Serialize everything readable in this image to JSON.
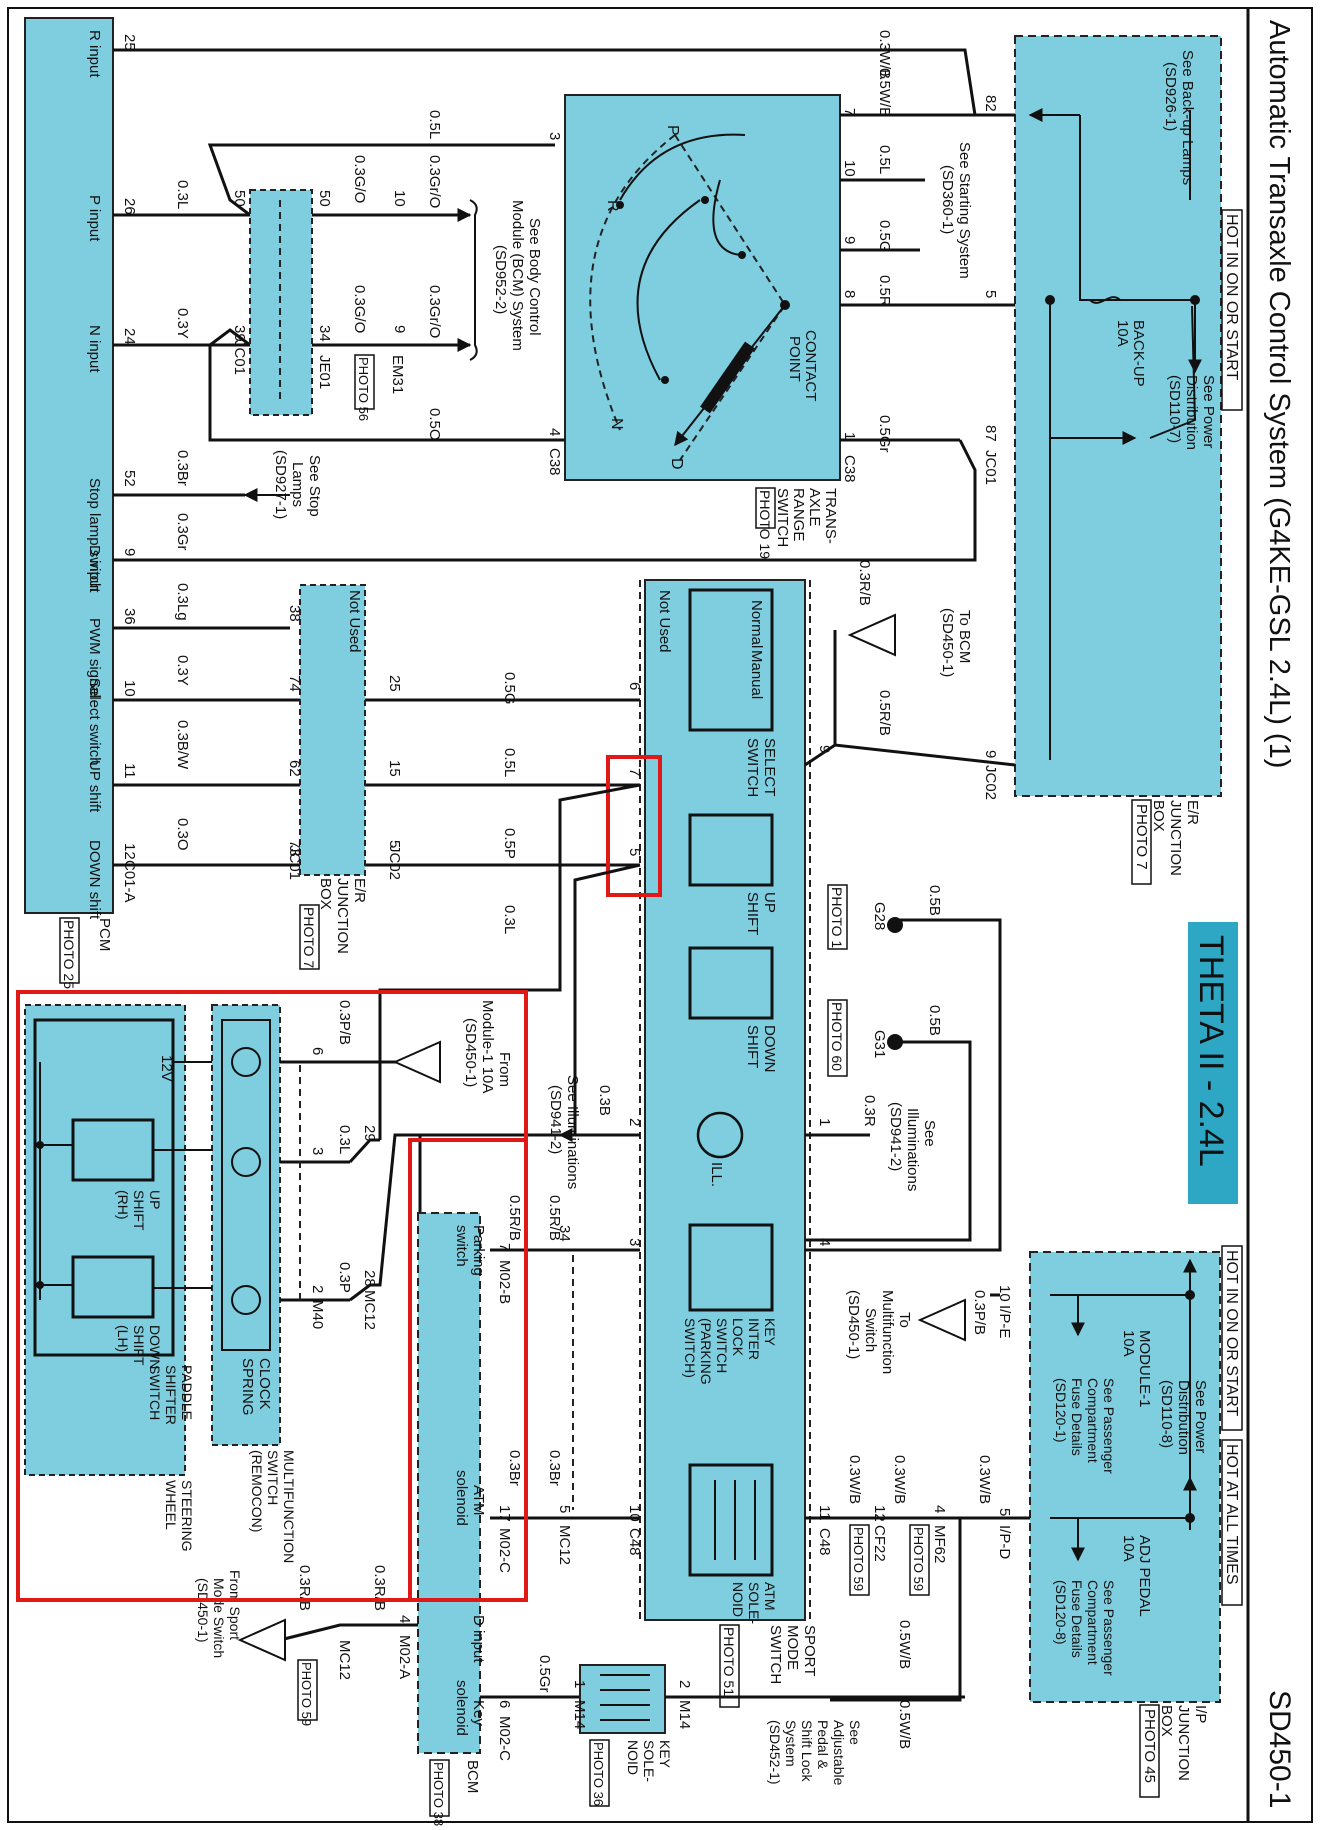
{
  "sheet": {
    "title": "Automatic Transaxle Control System (G4KE-GSL 2.4L) (1)",
    "page_id": "SD450-1",
    "engine_badge": "THETA II - 2.4L"
  },
  "hot_labels": {
    "er_box": "HOT IN ON OR START",
    "ip_box_left": "HOT IN ON OR START",
    "ip_box_right": "HOT AT ALL TIMES"
  },
  "er_junction_box": {
    "name_lines": [
      "E/R",
      "JUNCTION",
      "BOX"
    ],
    "photo": "PHOTO 7",
    "see_backup": [
      "See Back-up Lamps",
      "(SD926-1)"
    ],
    "see_power": [
      "See Power",
      "Distribution",
      "(SD110-7)"
    ],
    "fuse": [
      "BACK-UP",
      "10A"
    ],
    "pins": {
      "p82": "82",
      "p5": "5",
      "p87": "87",
      "p9": "9"
    },
    "conn_jc01": "JC01",
    "conn_jc02": "JC02"
  },
  "ip_junction_box": {
    "name_lines": [
      "I/P",
      "JUNCTION",
      "BOX"
    ],
    "photo": "PHOTO 45",
    "see_power": [
      "See Power",
      "Distribution",
      "(SD110-8)"
    ],
    "module_fuse": [
      "MODULE-1",
      "10A"
    ],
    "module_see": [
      "See Passenger",
      "Compartment",
      "Fuse Details",
      "(SD120-1)"
    ],
    "adj_fuse": [
      "ADJ PEDAL",
      "10A"
    ],
    "adj_see": [
      "See Passenger",
      "Compartment",
      "Fuse Details",
      "(SD120-8)"
    ],
    "pins": {
      "p10": "10",
      "p5": "5"
    },
    "conn_ipe": "I/P-E",
    "conn_ipd": "I/P-D"
  },
  "range_switch": {
    "name_lines": [
      "TRANS-",
      "AXLE",
      "RANGE",
      "SWITCH"
    ],
    "photo": "PHOTO 19",
    "contact_point": [
      "CONTACT",
      "POINT"
    ],
    "positions": {
      "P": "P",
      "R": "R",
      "N": "N",
      "D": "D"
    },
    "pins_right": [
      "7",
      "10",
      "9",
      "8",
      "1"
    ],
    "pins_left": [
      "3",
      "4"
    ],
    "conn": "C38"
  },
  "starting": {
    "see": [
      "See Starting System",
      "(SD360-1)"
    ]
  },
  "pcm": {
    "name": "PCM",
    "photo": "PHOTO 25",
    "connector": "C01-A",
    "inputs": [
      "R input",
      "P input",
      "N input",
      "Stop lamp switch",
      "D input",
      "PWM signal",
      "Select switch",
      "UP shift",
      "DOWN shift"
    ],
    "pins": [
      "25",
      "26",
      "24",
      "52",
      "9",
      "36",
      "10",
      "11",
      "12"
    ]
  },
  "bcm_ref": {
    "see": [
      "See Body Control",
      "Module (BCM) System",
      "(SD952-2)"
    ],
    "em31": "EM31",
    "photo": "PHOTO 56",
    "je01": "JE01"
  },
  "stop_lamps": {
    "see": [
      "See Stop",
      "Lamps",
      "(SD927-1)"
    ]
  },
  "er_box_left": {
    "name_lines": [
      "E/R",
      "JUNCTION",
      "BOX"
    ],
    "photo": "PHOTO 7",
    "not_used": "Not Used",
    "conn_jc01": "JC01",
    "conn_jc02": "JC02"
  },
  "wires": {
    "w03wb": "0.3W/B",
    "w05wb": "0.5W/B",
    "w05l": "0.5L",
    "w05g": "0.5G",
    "w05r": "0.5R",
    "w05gr": "0.5Gr",
    "w03l": "0.3L",
    "w03gro": "0.3Gr/O",
    "w03y": "0.3Y",
    "w03gro2": "0.3G/O",
    "w05o": "0.5O",
    "w03br": "0.3Br",
    "w03gr": "0.3Gr",
    "w03lg": "0.3Lg",
    "w03bw": "0.3B/W",
    "w03o": "0.3O",
    "w05p": "0.5P",
    "w03p": "0.3P",
    "w03pb": "0.3P/B",
    "w03rb": "0.3R/B",
    "w05rb": "0.5R/B",
    "w05b": "0.5B",
    "w03b": "0.3B",
    "w03r": "0.3R"
  },
  "sport_switch": {
    "name_lines": [
      "SPORT",
      "MODE",
      "SWITCH"
    ],
    "photo": "PHOTO 51",
    "not_used": "Not Used",
    "select": [
      "SELECT",
      "SWITCH"
    ],
    "normal": "Normal",
    "manual": "Manual",
    "up": [
      "UP",
      "SHIFT"
    ],
    "down": [
      "DOWN",
      "SHIFT"
    ],
    "ill": "ILL.",
    "keylock": [
      "KEY",
      "INTER",
      "LOCK",
      "SWITCH",
      "(PARKING",
      "SWITCH)"
    ],
    "atm": [
      "ATM",
      "SOLE-",
      "NOID"
    ],
    "pins": {
      "p6": "6",
      "p7": "7",
      "p5": "5",
      "p2": "2",
      "p3": "3",
      "p10": "10",
      "p9": "9",
      "p1": "1",
      "p4": "4",
      "p11": "11"
    },
    "conn": "C48"
  },
  "grounds": {
    "g28": "G28",
    "g28_photo": "PHOTO 1",
    "g31": "G31",
    "g31_photo": "PHOTO 60"
  },
  "refs": {
    "to_bcm": [
      "To BCM",
      "(SD450-1)"
    ],
    "to_multi": [
      "To",
      "Multifunction",
      "Switch",
      "(SD450-1)"
    ],
    "from_module": [
      "From",
      "Module-1 10A",
      "(SD450-1)"
    ],
    "from_sport": [
      "From Sport",
      "Mode Switch",
      "(SD450-1)"
    ],
    "see_illum": [
      "See",
      "Illuminations",
      "(SD941-2)"
    ],
    "see_illum2": [
      "See Illuminations",
      "(SD941-2)"
    ],
    "see_adj": [
      "See",
      "Adjustable",
      "Pedal &",
      "Shift Lock",
      "System",
      "(SD452-1)"
    ]
  },
  "connectors": {
    "mc12": "MC12",
    "mf62": "MF62",
    "mf62_photo": "PHOTO 59",
    "cf22": "CF22",
    "cf22_photo": "PHOTO 59",
    "m40": "M40",
    "mc12_photo": "PHOTO 59",
    "m14": "M14"
  },
  "bcm_block": {
    "name": "BCM",
    "photo": "PHOTO 38",
    "parking": [
      "Parking",
      "switch"
    ],
    "atm": [
      "ATM",
      "solenoid"
    ],
    "dinput": "D input",
    "key": [
      "Key",
      "solenoid"
    ],
    "conn_b": "M02-B",
    "conn_c": "M02-C",
    "conn_a": "M02-A",
    "pins": {
      "p7": "7",
      "p17": "17",
      "p4": "4",
      "p6": "6"
    }
  },
  "key_solenoid": {
    "name_lines": [
      "KEY",
      "SOLE-",
      "NOID"
    ],
    "photo": "PHOTO 36"
  },
  "steering": {
    "clock_spring": [
      "CLOCK",
      "SPRING"
    ],
    "multi_switch": [
      "MULTIFUNCTION",
      "SWITCH",
      "(REMOCON)"
    ],
    "paddle": [
      "PADDLE",
      "SHIFTER",
      "SWITCH"
    ],
    "wheel": [
      "STEERING",
      "WHEEL"
    ],
    "v12": "12V",
    "up_rh": [
      "UP",
      "SHIFT",
      "(RH)"
    ],
    "down_lh": [
      "DOWN",
      "SHIFT",
      "(LH)"
    ]
  },
  "misc_pins": {
    "n50": "50",
    "n10": "10",
    "n39": "39",
    "n34": "34",
    "n9": "9",
    "n38": "38",
    "n74": "74",
    "n62": "62",
    "n73": "73",
    "n25": "25",
    "n15": "15",
    "n5": "5",
    "n6": "6",
    "n3": "3",
    "n2": "2",
    "n29": "29",
    "n28": "28",
    "n4": "4",
    "n12": "12",
    "n11": "11",
    "n1": "1",
    "n2b": "2"
  }
}
